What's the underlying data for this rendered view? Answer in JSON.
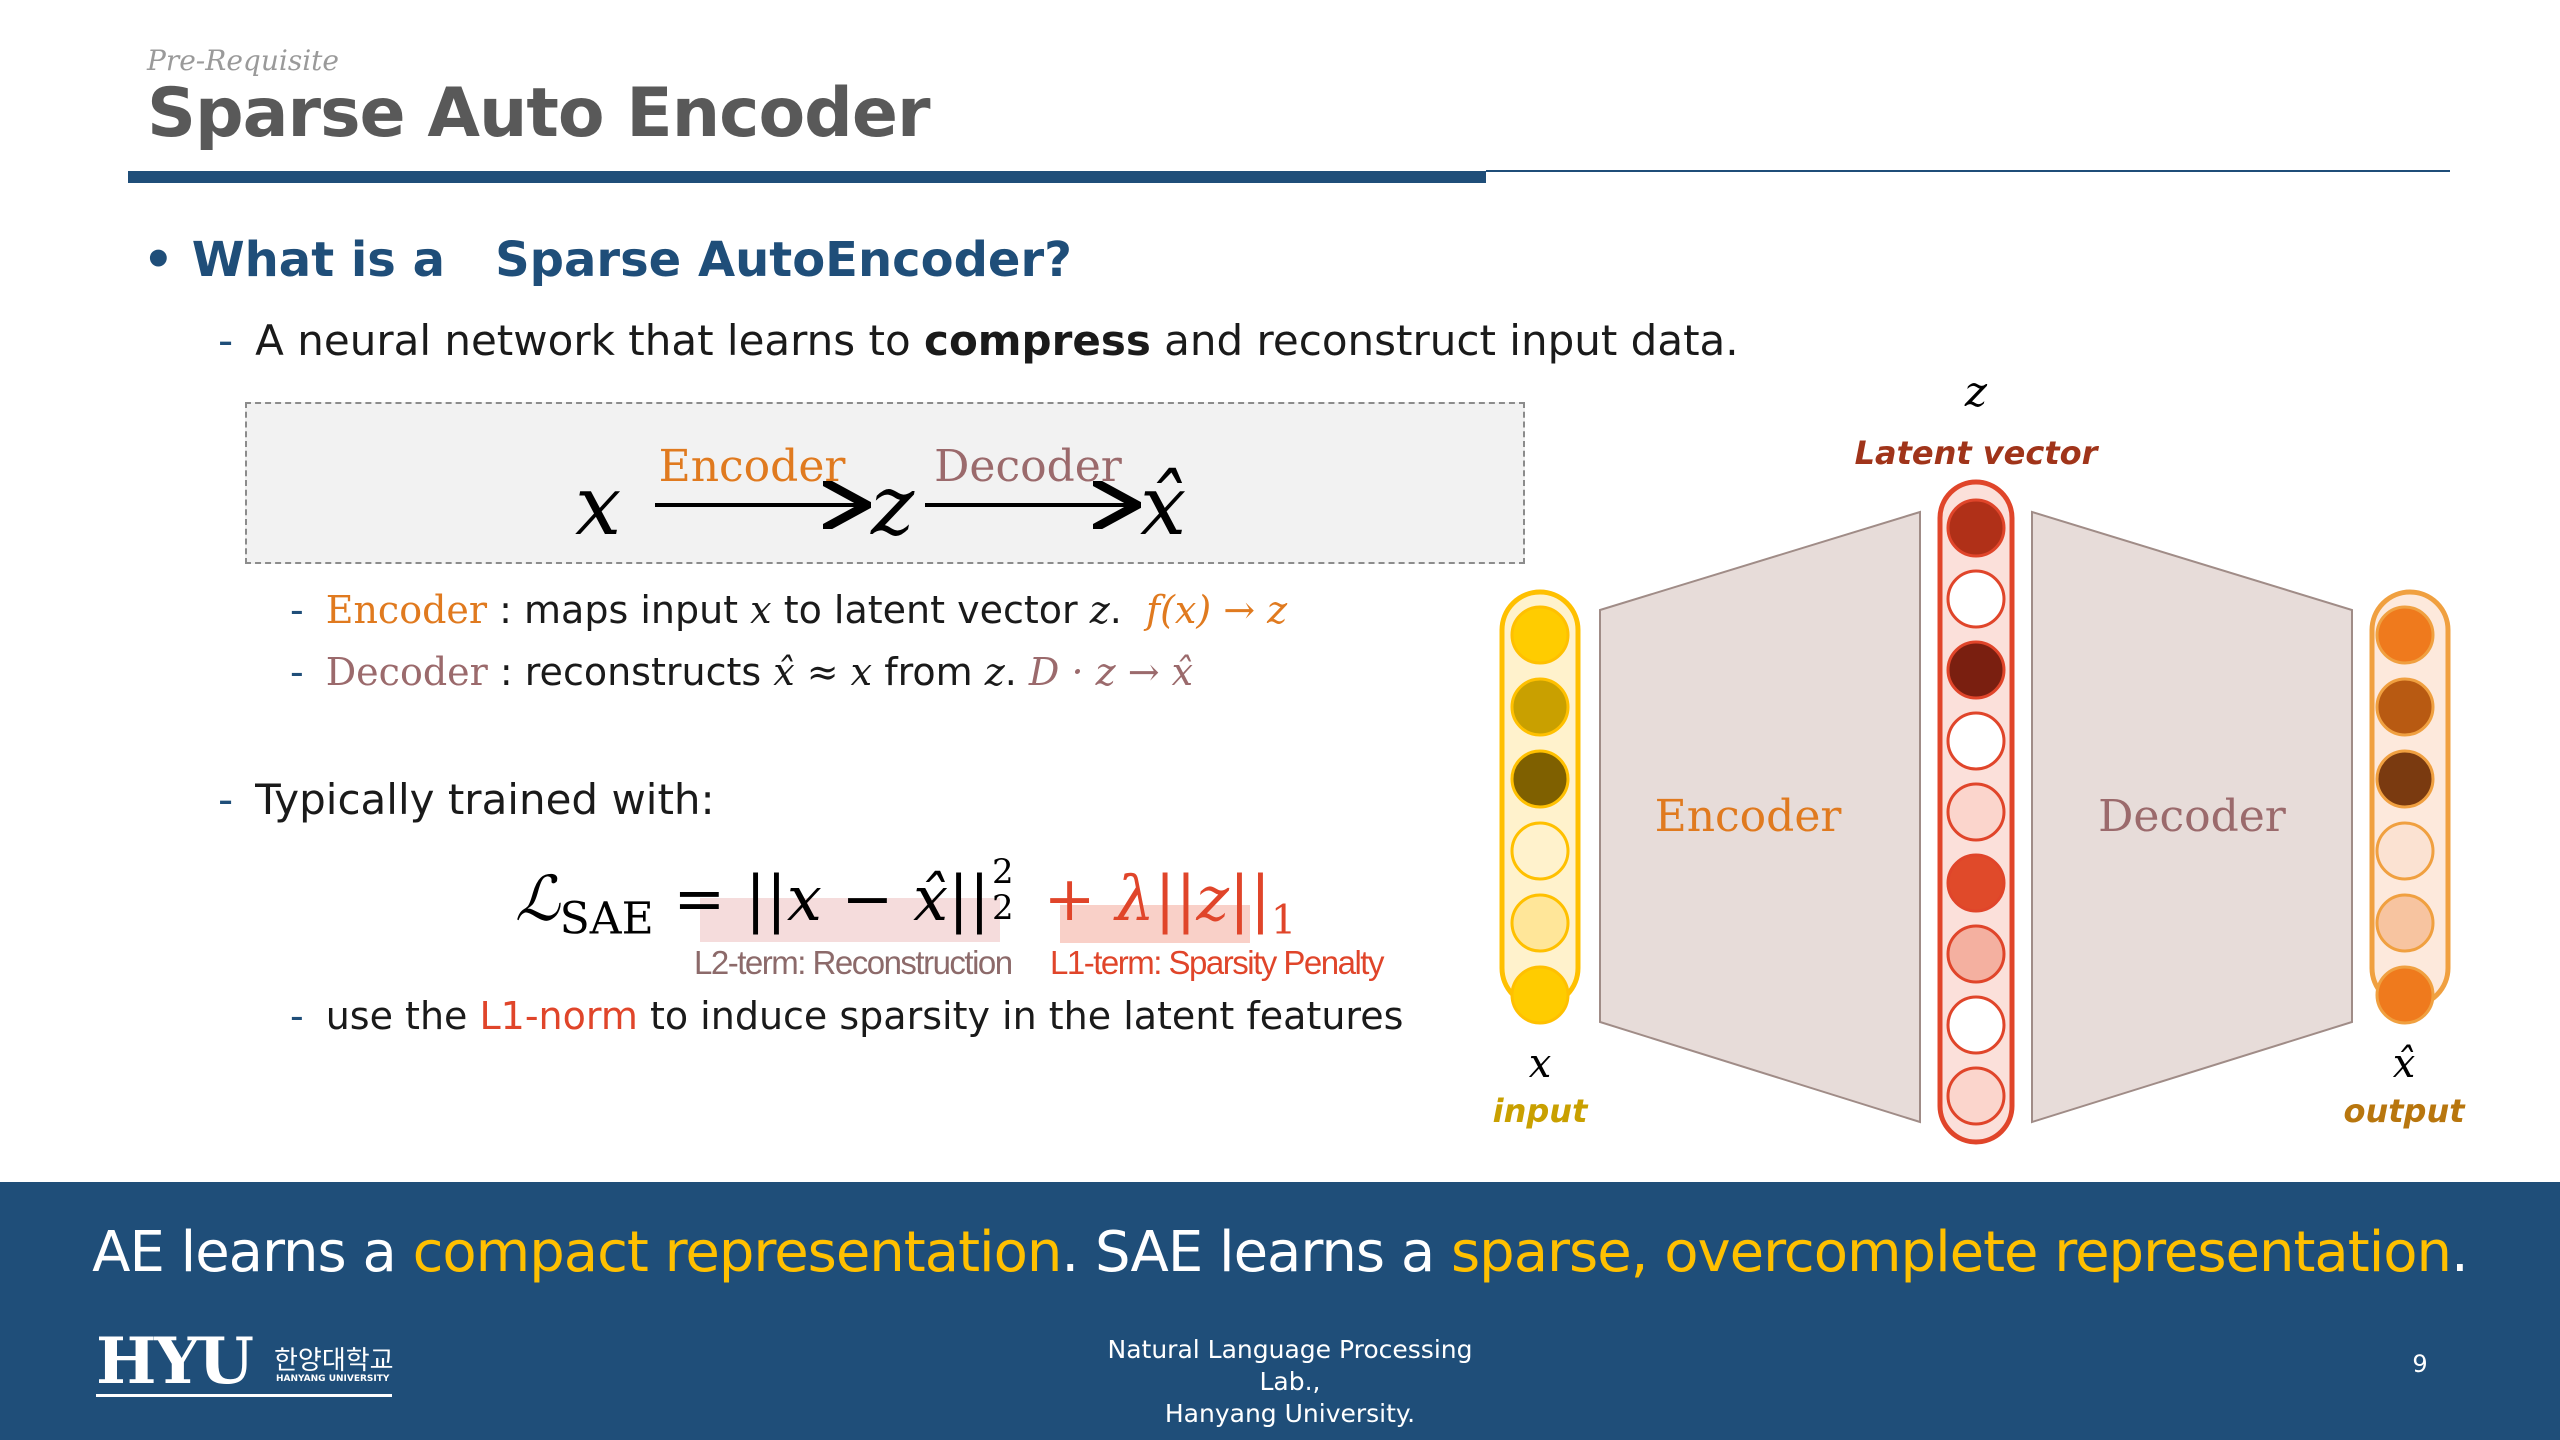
{
  "header": {
    "kicker": "Pre-Requisite",
    "title": "Sparse Auto Encoder"
  },
  "section": {
    "bullet": "What is a   Sparse AutoEncoder?"
  },
  "definition": {
    "pre": "A neural network that learns to ",
    "bold": "compress",
    "post": " and reconstruct input data."
  },
  "pipeline": {
    "x": "x",
    "encoder": "Encoder",
    "z": "z",
    "decoder": "Decoder",
    "xhat": "x̂"
  },
  "encoder_line": {
    "name": "Encoder",
    "text": " : maps input ",
    "x": "x",
    "mid": " to latent vector ",
    "z": "z",
    "dot": ".",
    "formula": "f(x) → z"
  },
  "decoder_line": {
    "name": "Decoder",
    "text": " : reconstructs ",
    "approx": "x̂ ≈ x",
    "mid": " from ",
    "z": "z",
    "dot": ".",
    "formula": "D · z → x̂"
  },
  "training": {
    "label": "Typically trained with:",
    "loss_lhs": "ℒ",
    "loss_sub": "SAE",
    "loss_eq": " = ",
    "l2_term": "||x − x̂||",
    "l2_sup": "2",
    "l2_sub": "2",
    "plus": " + ",
    "l1_term": "λ||z||",
    "l1_sub": "1",
    "l2_label": "L2-term: Reconstruction",
    "l1_label": "L1-term: Sparsity Penalty",
    "norm_pre": "use the ",
    "norm_hl": "L1-norm",
    "norm_post": " to induce sparsity in the latent features"
  },
  "diagram": {
    "latent_symbol": "z",
    "latent_label": "Latent vector",
    "encoder_label": "Encoder",
    "decoder_label": "Decoder",
    "input_symbol": "x",
    "input_label": "input",
    "output_symbol": "x̂",
    "output_label": "output",
    "input_colors": [
      "#ffcc00",
      "#c9a000",
      "#7f6000",
      "#fff2cc",
      "#ffe699",
      "#ffcc00"
    ],
    "latent_colors": [
      "#b03018",
      "#ffffff",
      "#7a1f10",
      "#ffffff",
      "#fbd5cc",
      "#e04a2a",
      "#f4b0a0",
      "#ffffff",
      "#fbd5cc"
    ],
    "output_colors": [
      "#ef7a1d",
      "#b85a12",
      "#7a3a10",
      "#fbe2d2",
      "#f7c4a0",
      "#ef7a1d"
    ]
  },
  "footer": {
    "take_a": "AE learns a ",
    "take_b": "compact representation",
    "take_c": ". SAE learns a ",
    "take_d": "sparse, overcomplete representation",
    "take_e": ".",
    "logo_main": "HYU",
    "logo_korean": "한양대학교",
    "logo_english": "HANYANG UNIVERSITY",
    "lab_line1": "Natural Language Processing Lab.,",
    "lab_line2": "Hanyang University.",
    "page_number": "9"
  }
}
